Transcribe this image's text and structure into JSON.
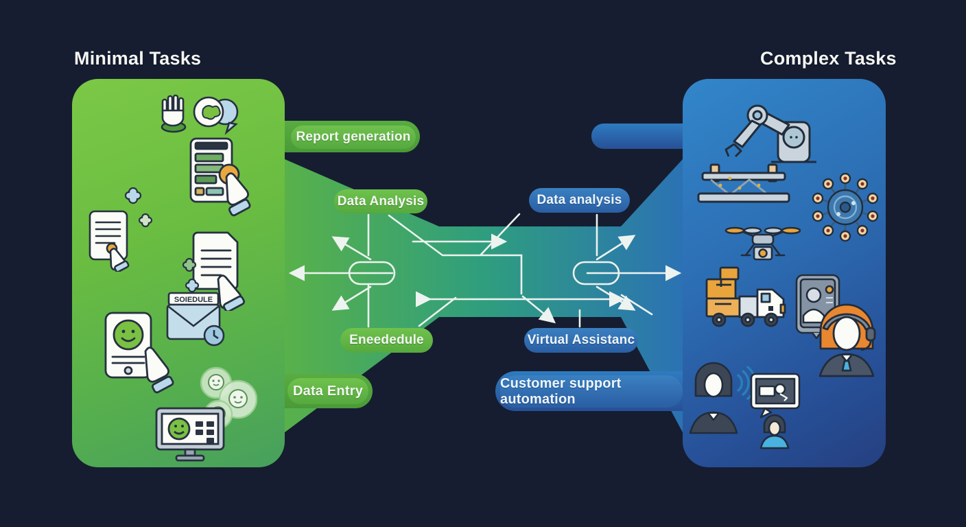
{
  "titles": {
    "left": "Minimal Tasks",
    "right": "Complex Tasks"
  },
  "pills": {
    "report_generation": "Report generation",
    "data_analysis_left": "Data Analysis",
    "eneededule": "Eneededule",
    "data_entry": "Data Entry",
    "data_analysis_right": "Data analysis",
    "virtual_assistance": "Virtual Assistanc",
    "customer_support": "Customer support automation"
  },
  "envelope_label": "SOIEDULE",
  "icons": {
    "left_panel": [
      "hand-wave-icon",
      "chat-bubbles-icon",
      "phone-tap-icon",
      "puzzle-piece-icon",
      "document-click-icon",
      "document-puzzle-hand-icon",
      "envelope-schedule-icon",
      "phone-smiley-icon",
      "gears-smiley-icon",
      "monitor-smiley-icon"
    ],
    "right_panel": [
      "robot-arm-icon",
      "gear-hub-icon",
      "drone-icon",
      "truck-boxes-icon",
      "profile-card-icon",
      "support-agent-icon",
      "businesswoman-wave-icon",
      "monitor-person-icon"
    ]
  },
  "colors": {
    "background": "#161d30",
    "green_panel_top": "#7cc847",
    "green_panel_bottom": "#47a05d",
    "blue_panel_top": "#3286ca",
    "blue_panel_bottom": "#253f80",
    "green_pill": "#5aab3f",
    "blue_pill": "#2e6dad",
    "band_green": "#55ad4b",
    "band_teal": "#2f9e7e",
    "band_blue": "#2b72b4",
    "arrow": "#edf3ef",
    "accent_orange": "#e9a53c"
  }
}
